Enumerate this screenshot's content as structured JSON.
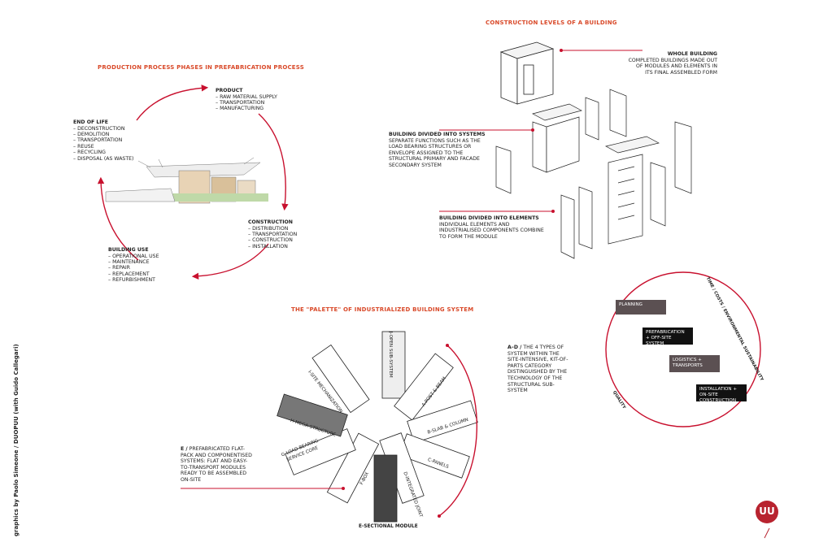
{
  "production": {
    "title": "PRODUCTION PROCESS PHASES IN PREFABRICATION PROCESS",
    "phases": [
      {
        "name": "PRODUCT",
        "items": [
          "RAW MATERIAL SUPPLY",
          "TRANSPORTATION",
          "MANUFACTURING"
        ]
      },
      {
        "name": "CONSTRUCTION",
        "items": [
          "DISTRIBUTION",
          "TRANSPORTATION",
          "CONSTRUCTION",
          "INSTALLATION"
        ]
      },
      {
        "name": "BUILDING USE",
        "items": [
          "OPERATIONAL USE",
          "MAINTENANCE",
          "REPAIR",
          "REPLACEMENT",
          "REFURBISHMENT"
        ]
      },
      {
        "name": "END OF LIFE",
        "items": [
          "DECONSTRUCTION",
          "DEMOLITION",
          "TRANSPORTATION",
          "REUSE",
          "RECYCLING",
          "DISPOSAL (AS WASTE)"
        ]
      }
    ]
  },
  "levels": {
    "title": "CONSTRUCTION LEVELS OF A BUILDING",
    "whole": {
      "name": "WHOLE BUILDING",
      "desc": "COMPLETED BUILDINGS MADE OUT OF MODULES AND ELEMENTS IN ITS FINAL ASSEMBLED FORM"
    },
    "systems": {
      "name": "BUILDING DIVIDED INTO SYSTEMS",
      "desc": "SEPARATE FUNCTIONS SUCH AS THE LOAD BEARING STRUCTURES OR ENVELOPE ASSIGNED TO THE STRUCTURAL PRIMARY AND FACADE SECONDARY SYSTEM"
    },
    "elements": {
      "name": "BUILDING DIVIDED INTO ELEMENTS",
      "desc": "INDIVIDUAL ELEMENTS AND INDUSTRIALISED COMPONENTS COMBINE TO FORM THE MODULE"
    }
  },
  "palette": {
    "title": "THE \"PALETTE\" OF INDUSTRIALIZED BUILDING SYSTEM",
    "systems": [
      "A-POST & BEAM",
      "B-SLAB & COLUMN",
      "C-PANELS",
      "D-INTEGRATED JOINT",
      "E-SECTIONAL MODULE",
      "F-BOX",
      "G-LOAD BEARING SERVICE CORE",
      "H-MEGA-STRUCTURE",
      "I-SITE MECHANIZATION",
      "J-OPEN SUB-SYSTEM"
    ],
    "note_ad": {
      "tag": "A–D /",
      "text": "THE 4 TYPES OF SYSTEM WITHIN THE SITE-INTENSIVE, KIT-OF-PARTS CATEGORY DISTINGUISHED BY THE TECHNOLOGY OF THE STRUCTURAL SUB-SYSTEM"
    },
    "note_e": {
      "tag": "E /",
      "text": "PREFABRICATED FLAT-PACK AND COMPONENTISED SYSTEMS: FLAT AND EASY-TO-TRANSPORT MODULES READY TO BE ASSEMBLED ON-SITE"
    }
  },
  "cycle": {
    "ring_label": "TIME / COSTS / ENVIRONMENTAL SUSTAINABILITY",
    "quality_label": "QUALITY",
    "steps": [
      "PLANNING",
      "PREFABRICATION + OFF-SITE SYSTEM",
      "LOGISTICS + TRANSPORTS",
      "INSTALLATION + ON-SITE CONSTRUCTION"
    ]
  },
  "credit": "graphics by Paolo Simeone / DUOPUU (with Guido Callegari)",
  "logo": "UU",
  "colors": {
    "accent": "#d94a2a",
    "red_line": "#c8102e",
    "logo": "#b8232f",
    "dark_box": "#111111",
    "mid_box": "#5b5052"
  }
}
